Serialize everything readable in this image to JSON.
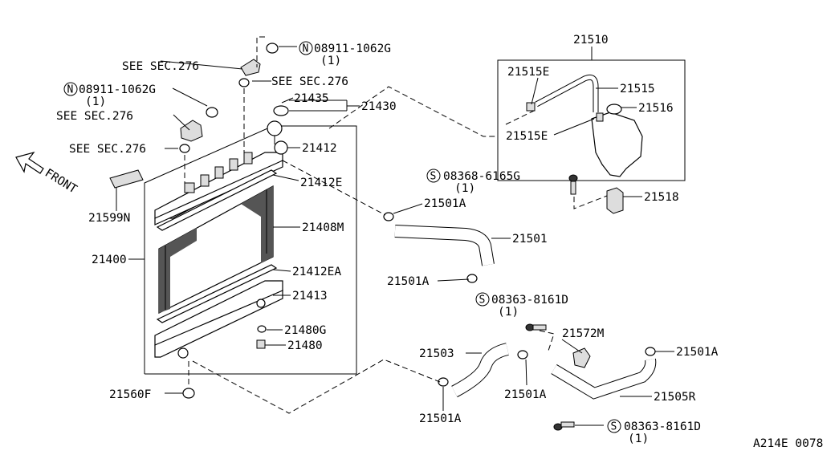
{
  "labels": {
    "see_sec_1": "SEE SEC.276",
    "see_sec_2": "SEE SEC.276",
    "see_sec_3": "SEE SEC.276",
    "see_sec_4": "SEE SEC.276",
    "n_bolt_top": "08911-1062G",
    "n_bolt_top_qty": "(1)",
    "n_bolt_left": "08911-1062G",
    "n_bolt_left_qty": "(1)",
    "n_symbol": "N",
    "s_symbol": "S",
    "p21435": "21435",
    "p21430": "21430",
    "p21412": "21412",
    "p21412e": "21412E",
    "p21408m": "21408M",
    "p21412ea": "21412EA",
    "p21413": "21413",
    "p21480g": "21480G",
    "p21480": "21480",
    "p21400": "21400",
    "p21599n": "21599N",
    "p21560f": "21560F",
    "p21510": "21510",
    "p21515e_top": "21515E",
    "p21515": "21515",
    "p21516": "21516",
    "p21515e_bottom": "21515E",
    "s_bolt_top": "08368-6165G",
    "s_bolt_top_qty": "(1)",
    "p21518": "21518",
    "p21501a_1": "21501A",
    "p21501": "21501",
    "p21501a_2": "21501A",
    "s_bolt_mid": "08363-8161D",
    "s_bolt_mid_qty": "(1)",
    "p21572m": "21572M",
    "p21501a_3": "21501A",
    "p21503": "21503",
    "p21501a_4": "21501A",
    "p21505r": "21505R",
    "p21501a_5": "21501A",
    "s_bolt_bottom": "08363-8161D",
    "s_bolt_bottom_qty": "(1)",
    "front": "FRONT",
    "diagram_code": "A214E 0078"
  },
  "icons": {
    "front_arrow": "front-arrow-icon",
    "n_circle": "n-circle-icon",
    "s_circle": "s-circle-icon"
  },
  "colors": {
    "line": "#000000",
    "background": "#ffffff"
  }
}
